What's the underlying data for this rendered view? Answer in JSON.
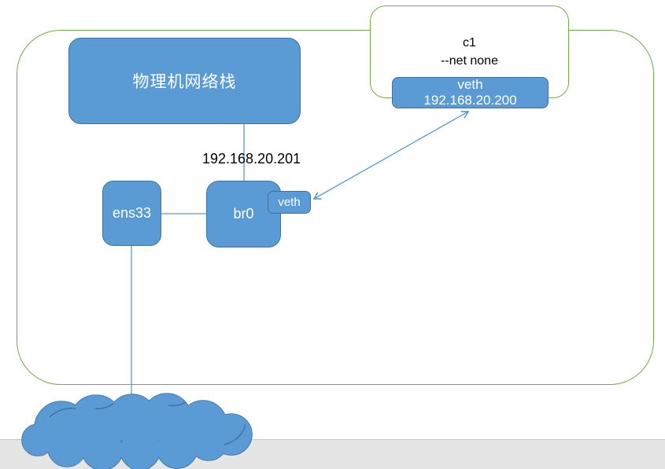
{
  "colors": {
    "node_fill": "#5B9BD5",
    "node_border": "#41719C",
    "boundary_green": "#70AD47",
    "connector_blue": "#5B9BD5",
    "footer_gray": "#E5E5E5",
    "node_text": "#FFFFFF",
    "label_text": "#000000"
  },
  "nodes": {
    "host_stack": {
      "label": "物理机网络栈"
    },
    "ens33": {
      "label": "ens33"
    },
    "br0": {
      "label": "br0"
    },
    "br0_veth": {
      "label": "veth"
    },
    "container": {
      "name": "c1",
      "net_option": "--net none"
    },
    "container_veth": {
      "name": "veth",
      "ip": "192.168.20.200"
    }
  },
  "labels": {
    "br0_ip": "192.168.20.201"
  }
}
